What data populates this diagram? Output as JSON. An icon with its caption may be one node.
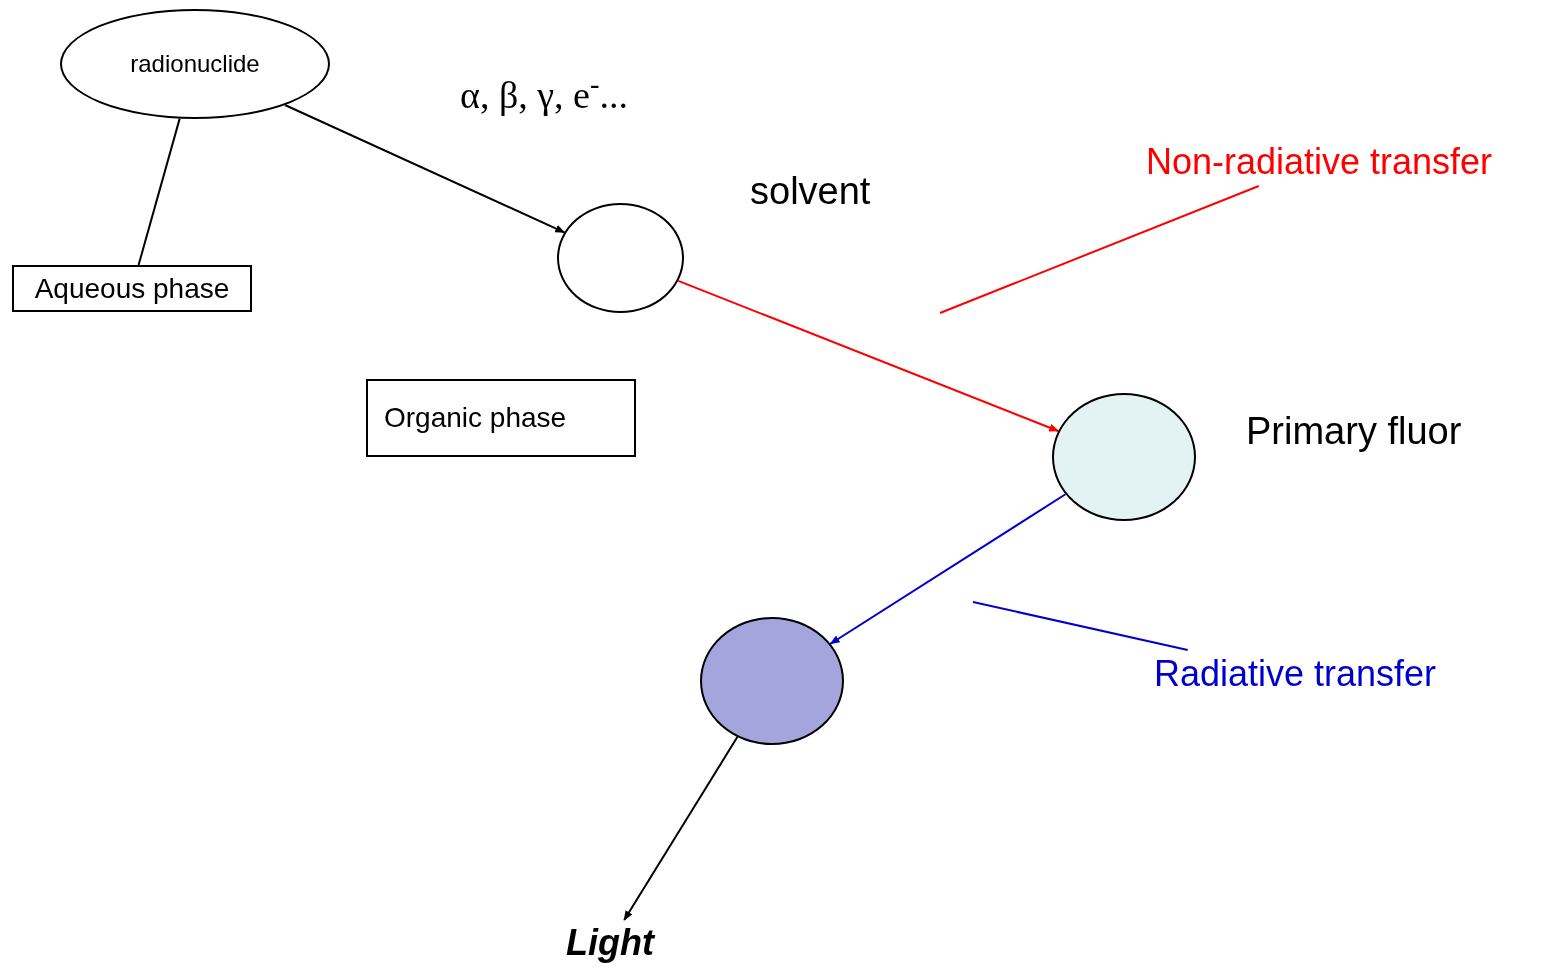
{
  "diagram": {
    "nodes": [
      {
        "text": [
          "radionuclide"
        ]
      },
      {
        "text": [
          "Aqueous phase"
        ]
      },
      {
        "text": [],
        "shape": "circle",
        "beside": [
          "solvent"
        ]
      },
      {
        "text": [
          "Organic phase"
        ]
      },
      {
        "text": [],
        "shape": "circle",
        "beside": [
          "Primary fluor"
        ]
      },
      {
        "text": [],
        "shape": "circle"
      },
      {
        "text": [
          "Light"
        ]
      },
      {
        "text": [
          "Non-radiative transfer"
        ]
      },
      {
        "text": [
          "Radiative transfer"
        ]
      }
    ],
    "edges": [
      {
        "from": 0,
        "to": 1,
        "arrow": "none"
      },
      {
        "from": 0,
        "to": 2,
        "arrow": "to"
      },
      {
        "from": 2,
        "to": 4,
        "arrow": "to",
        "color": "#ff0000"
      },
      {
        "from": 4,
        "to": 5,
        "arrow": "to",
        "color": "#0000cc"
      },
      {
        "from": 5,
        "to": 6,
        "arrow": "to"
      },
      {
        "from": 7,
        "to": null,
        "arrow": "none",
        "color": "#ff0000"
      },
      {
        "from": 8,
        "to": null,
        "arrow": "none",
        "color": "#0000cc"
      }
    ],
    "labels": [
      "α, β, γ, e$^{-}$..."
    ]
  }
}
